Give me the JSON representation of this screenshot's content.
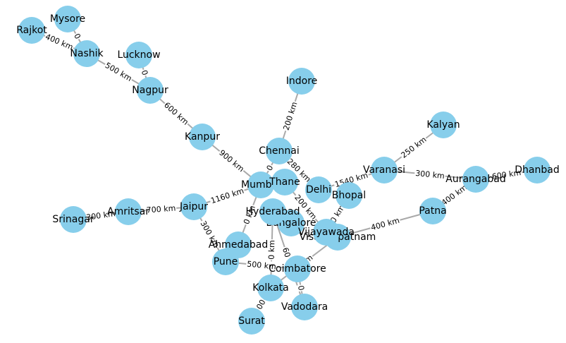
{
  "graph": {
    "node_color": "#87ceeb",
    "edge_color": "#a9a9a9",
    "nodes": [
      {
        "id": "Mumbai"
      },
      {
        "id": "Delhi"
      },
      {
        "id": "Bangalore"
      },
      {
        "id": "Hyderabad"
      },
      {
        "id": "Ahmedabad"
      },
      {
        "id": "Chennai"
      },
      {
        "id": "Kolkata"
      },
      {
        "id": "Surat"
      },
      {
        "id": "Pune"
      },
      {
        "id": "Jaipur"
      },
      {
        "id": "Lucknow"
      },
      {
        "id": "Kanpur"
      },
      {
        "id": "Nagpur"
      },
      {
        "id": "Indore"
      },
      {
        "id": "Thane"
      },
      {
        "id": "Bhopal"
      },
      {
        "id": "Visakhapatnam"
      },
      {
        "id": "Patna"
      },
      {
        "id": "Vadodara"
      },
      {
        "id": "Coimbatore"
      },
      {
        "id": "Vijayawada"
      },
      {
        "id": "Amritsar"
      },
      {
        "id": "Srinagar"
      },
      {
        "id": "Rajkot"
      },
      {
        "id": "Mysore"
      },
      {
        "id": "Nashik"
      },
      {
        "id": "Varanasi"
      },
      {
        "id": "Kalyan"
      },
      {
        "id": "Aurangabad"
      },
      {
        "id": "Dhanbad"
      }
    ],
    "edges": [
      {
        "source": "Mumbai",
        "target": "Kanpur",
        "label": "900 km"
      },
      {
        "source": "Mumbai",
        "target": "Jaipur",
        "label": "1160 km"
      },
      {
        "source": "Mumbai",
        "target": "Chennai",
        "label": "0"
      },
      {
        "source": "Mumbai",
        "target": "Ahmedabad",
        "label": "0 km"
      },
      {
        "source": "Kanpur",
        "target": "Nagpur",
        "label": "600 km"
      },
      {
        "source": "Nagpur",
        "target": "Nashik",
        "label": "500 km"
      },
      {
        "source": "Nagpur",
        "target": "Lucknow",
        "label": "0"
      },
      {
        "source": "Nashik",
        "target": "Rajkot",
        "label": "400 km"
      },
      {
        "source": "Nashik",
        "target": "Mysore",
        "label": "0"
      },
      {
        "source": "Jaipur",
        "target": "Amritsar",
        "label": "700 km"
      },
      {
        "source": "Amritsar",
        "target": "Srinagar",
        "label": "300 km"
      },
      {
        "source": "Jaipur",
        "target": "Pune",
        "label": "300 km"
      },
      {
        "source": "Pune",
        "target": "Coimbatore",
        "label": "500 km"
      },
      {
        "source": "Chennai",
        "target": "Indore",
        "label": "200 km"
      },
      {
        "source": "Chennai",
        "target": "Delhi",
        "label": "280 km"
      },
      {
        "source": "Thane",
        "target": "Vijayawada",
        "label": "200 km"
      },
      {
        "source": "Delhi",
        "target": "Varanasi",
        "label": "1540 km"
      },
      {
        "source": "Varanasi",
        "target": "Kalyan",
        "label": "250 km"
      },
      {
        "source": "Varanasi",
        "target": "Aurangabad",
        "label": "300 km"
      },
      {
        "source": "Aurangabad",
        "target": "Dhanbad",
        "label": "600 km"
      },
      {
        "source": "Aurangabad",
        "target": "Patna",
        "label": "400 km"
      },
      {
        "source": "Patna",
        "target": "Visakhapatnam",
        "label": "400 km"
      },
      {
        "source": "Bhopal",
        "target": "Vijayawada",
        "label": "0 km"
      },
      {
        "source": "Visakhapatnam",
        "target": "Kolkata",
        "label": "0 km"
      },
      {
        "source": "Hyderabad",
        "target": "Kolkata",
        "label": "0 km"
      },
      {
        "source": "Hyderabad",
        "target": "Vadodara",
        "label": "60 km"
      },
      {
        "source": "Kolkata",
        "target": "Surat",
        "label": "00"
      },
      {
        "source": "Coimbatore",
        "target": "Vadodara",
        "label": "0"
      }
    ]
  }
}
